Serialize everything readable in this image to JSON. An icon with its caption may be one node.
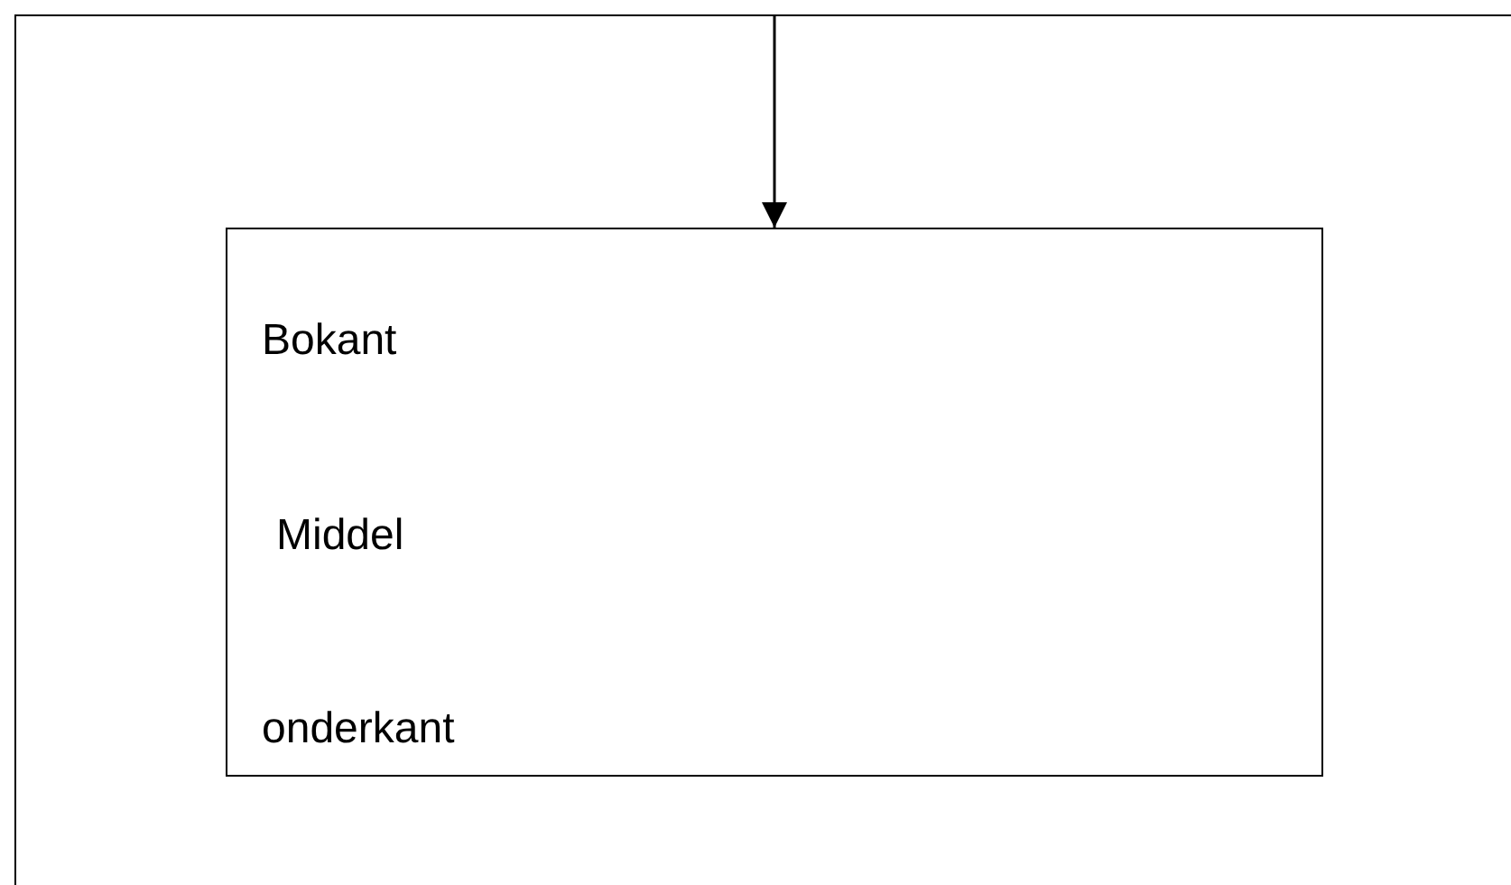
{
  "diagram": {
    "nodes": [
      {
        "text": [],
        "shape": "box"
      },
      {
        "text": [
          "Bokant",
          "Middel",
          "onderkant"
        ],
        "in": 0
      }
    ],
    "edges": [
      {
        "from": 0,
        "to": 1,
        "arrow": "to"
      }
    ]
  }
}
